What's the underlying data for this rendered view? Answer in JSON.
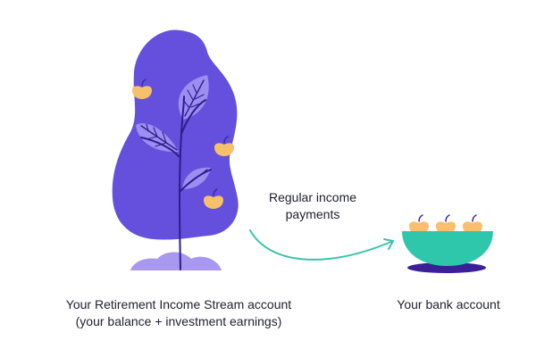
{
  "labels": {
    "payments_line1": "Regular income",
    "payments_line2": "payments",
    "account_line1": "Your Retirement Income Stream account",
    "account_line2": "(your balance + investment earnings)",
    "bank": "Your bank account"
  },
  "colors": {
    "tree_canopy": "#6450dc",
    "leaf": "#9b8ef0",
    "trunk": "#2d1e8c",
    "ground": "#a898ef",
    "fruit": "#f7c06a",
    "fruit_stem": "#3a2a9e",
    "bowl": "#2fc7ab",
    "bowl_base": "#3a1f96",
    "arrow": "#3cc3aa",
    "text": "#1f1f2e"
  },
  "icons": {
    "tree": "money-tree-icon",
    "fruit": "fruit-icon",
    "bowl": "bowl-icon",
    "arrow": "curved-arrow-icon"
  }
}
